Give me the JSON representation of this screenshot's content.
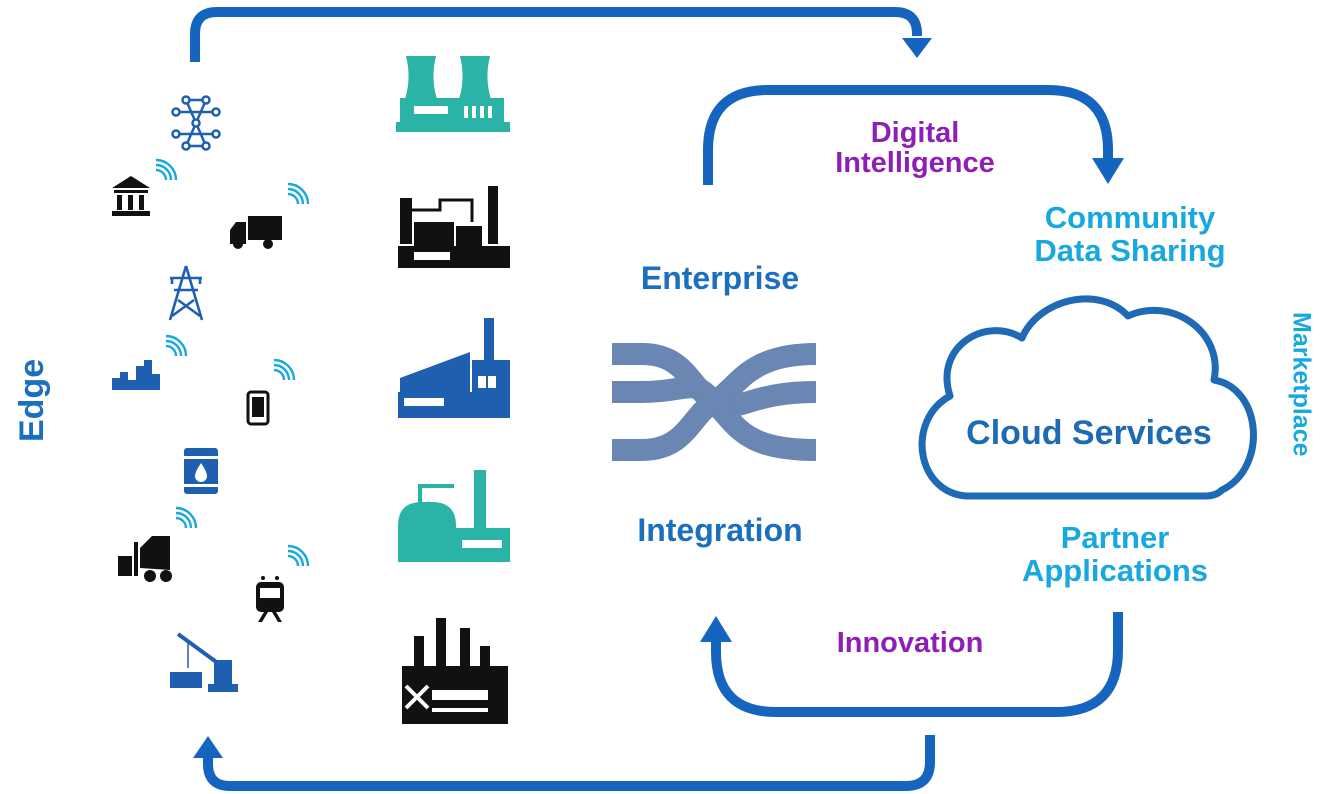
{
  "labels": {
    "edge": "Edge",
    "marketplace": "Marketplace",
    "digital_intelligence": [
      "Digital",
      "Intelligence"
    ],
    "community_data_sharing": [
      "Community",
      "Data Sharing"
    ],
    "enterprise": "Enterprise",
    "integration": "Integration",
    "cloud_services": "Cloud Services",
    "partner_applications": [
      "Partner",
      "Applications"
    ],
    "innovation": "Innovation"
  },
  "colors": {
    "arrow_blue": "#1565c0",
    "edge_blue": "#1a6fbf",
    "light_blue": "#18a8e0",
    "purple": "#8e1fb5",
    "teal": "#2ab3a6",
    "icon_blue": "#1f5fb0",
    "integration_gray_blue": "#6a86b2",
    "cloud_outline": "#1e6ab5",
    "black": "#111111"
  },
  "icons": {
    "edge_devices": [
      "molecule-network-icon",
      "bank-icon",
      "delivery-truck-icon",
      "power-tower-icon",
      "city-skyline-icon",
      "smartphone-icon",
      "oil-barrel-icon",
      "forklift-icon",
      "train-icon",
      "port-crane-icon",
      "wireless-signal-icon"
    ],
    "facilities": [
      "power-plant-icon",
      "industrial-plant-icon",
      "factory-icon",
      "refinery-icon",
      "heavy-factory-icon"
    ],
    "center": [
      "integration-icon",
      "cloud-icon"
    ]
  }
}
